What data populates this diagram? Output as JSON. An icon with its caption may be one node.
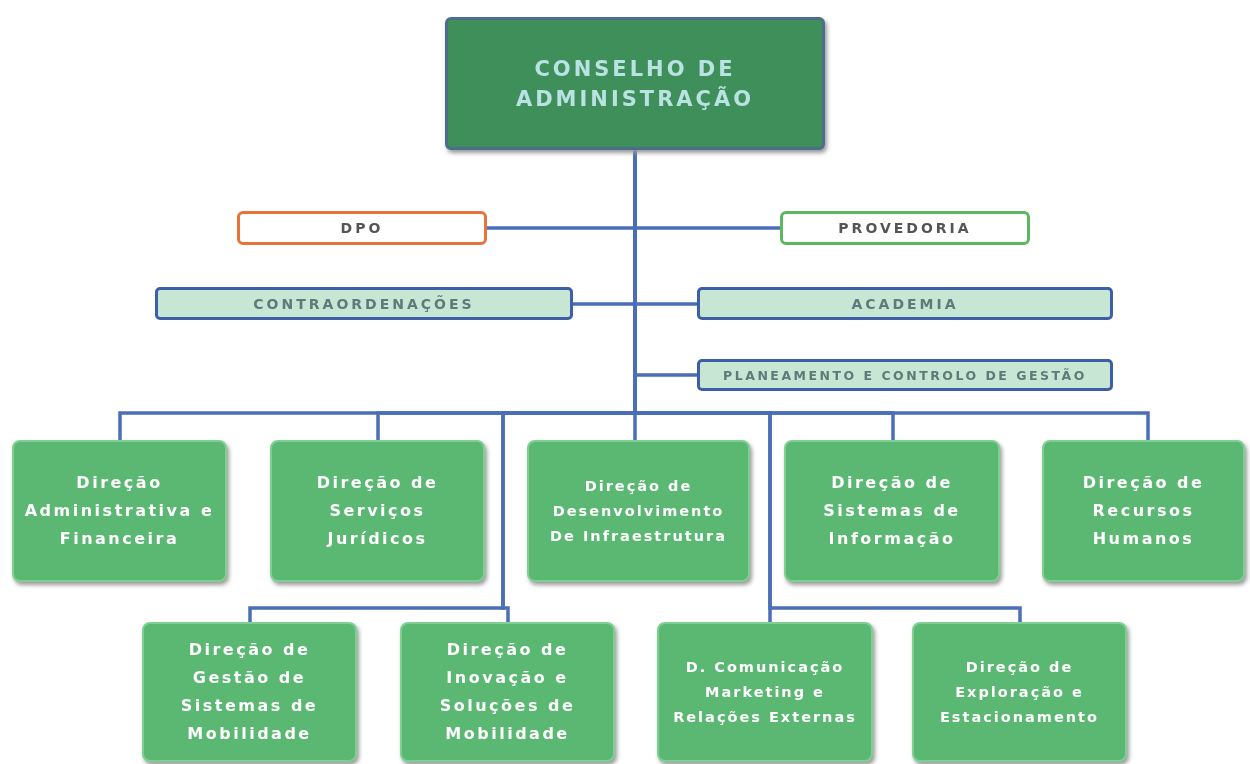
{
  "diagram": {
    "nodes": [
      {
        "text": [
          "CONSELHO DE ADMINISTRAÇÃO"
        ]
      },
      {
        "text": [
          "DPO"
        ]
      },
      {
        "text": [
          "PROVEDORIA"
        ]
      },
      {
        "text": [
          "CONTRAORDENAÇÕES"
        ]
      },
      {
        "text": [
          "ACADEMIA"
        ]
      },
      {
        "text": [
          "PLANEAMENTO E CONTROLO DE GESTÃO"
        ]
      },
      {
        "text": [
          "Direção Administrativa e Financeira"
        ]
      },
      {
        "text": [
          "Direção de Serviços Jurídicos"
        ]
      },
      {
        "text": [
          "Direção de Desenvolvimento De Infraestrutura"
        ]
      },
      {
        "text": [
          "Direção de Sistemas de Informação"
        ]
      },
      {
        "text": [
          "Direção de Recursos Humanos"
        ]
      },
      {
        "text": [
          "Direção de Gestão de Sistemas de Mobilidade"
        ]
      },
      {
        "text": [
          "Direção de Inovação e Soluções de Mobilidade"
        ]
      },
      {
        "text": [
          "D. Comunicação Marketing e Relações Externas"
        ]
      },
      {
        "text": [
          "Direção de Exploração e Estacionamento"
        ]
      }
    ],
    "edges": [
      {
        "from": 0,
        "to": 1,
        "arrow": "none"
      },
      {
        "from": 0,
        "to": 2,
        "arrow": "none"
      },
      {
        "from": 0,
        "to": 3,
        "arrow": "none"
      },
      {
        "from": 0,
        "to": 4,
        "arrow": "none"
      },
      {
        "from": 0,
        "to": 5,
        "arrow": "none"
      },
      {
        "from": 0,
        "to": 6,
        "arrow": "none"
      },
      {
        "from": 0,
        "to": 7,
        "arrow": "none"
      },
      {
        "from": 0,
        "to": 8,
        "arrow": "none"
      },
      {
        "from": 0,
        "to": 9,
        "arrow": "none"
      },
      {
        "from": 0,
        "to": 10,
        "arrow": "none"
      },
      {
        "from": 0,
        "to": 11,
        "arrow": "none"
      },
      {
        "from": 0,
        "to": 12,
        "arrow": "none"
      },
      {
        "from": 0,
        "to": 13,
        "arrow": "none"
      },
      {
        "from": 0,
        "to": 14,
        "arrow": "none"
      }
    ]
  }
}
